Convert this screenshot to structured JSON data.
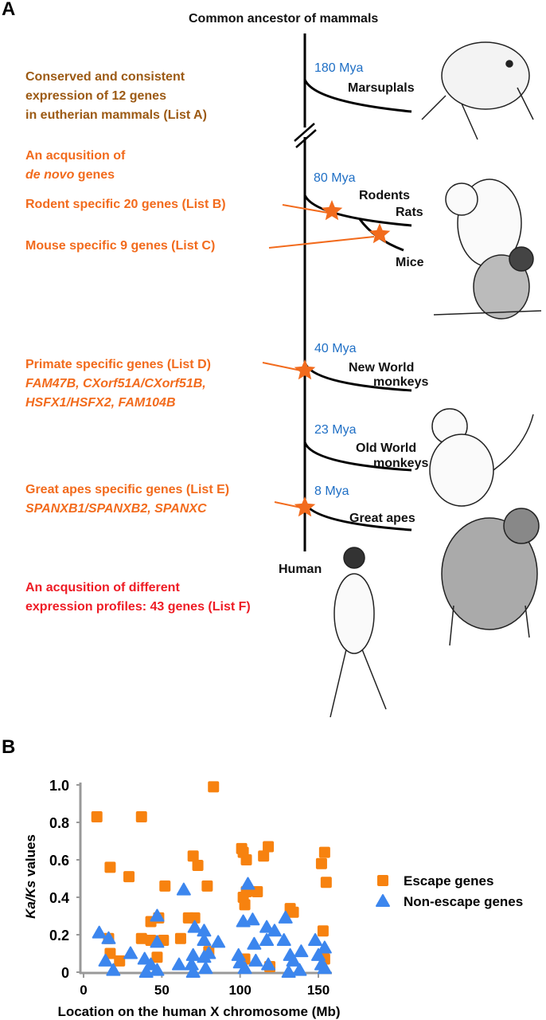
{
  "panel_a": {
    "label": "A",
    "root_label": "Common ancestor of mammals",
    "human_label": "Human",
    "clades": [
      {
        "time": "180 Mya",
        "name": "Marsuplals"
      },
      {
        "time": "80 Mya",
        "name": "Rodents"
      },
      {
        "name": "Rats"
      },
      {
        "name": "Mice"
      },
      {
        "time": "40 Mya",
        "name_line1": "New World",
        "name_line2": "monkeys"
      },
      {
        "time": "23 Mya",
        "name_line1": "Old World",
        "name_line2": "monkeys"
      },
      {
        "time": "8 Mya",
        "name": "Great apes"
      }
    ],
    "list_a": [
      "Conserved and consistent",
      "expression of 12 genes",
      "in eutherian mammals (List A)"
    ],
    "denovo": {
      "line1": "An acqusition of",
      "italic": "de novo",
      "rest": " genes"
    },
    "list_b": "Rodent specific 20 genes (List B)",
    "list_c": "Mouse specific 9 genes (List C)",
    "list_d": {
      "title": "Primate specific genes (List D)",
      "genes1": "FAM47B, CXorf51A/CXorf51B,",
      "genes2": "HSFX1/HSFX2, FAM104B"
    },
    "list_e": {
      "title": "Great apes specific genes (List E)",
      "genes": "SPANXB1/SPANXB2, SPANXC"
    },
    "list_f": [
      "An acqusition of different",
      "expression profiles: 43 genes (List F)"
    ],
    "colors": {
      "brown": "#9C5A14",
      "orange": "#F26B1D",
      "red": "#EE1C25",
      "blue": "#1F6FC5"
    }
  },
  "panel_b": {
    "label": "B"
  },
  "chart_data": {
    "type": "scatter",
    "xlabel": "Location on the human X chromosome (Mb)",
    "ylabel_italic": "Ka/Ks",
    "ylabel_rest": " values",
    "xlim": [
      0,
      160
    ],
    "ylim": [
      0,
      1.0
    ],
    "xticks": [
      0,
      50,
      100,
      150
    ],
    "yticks": [
      0,
      0.2,
      0.4,
      0.6,
      0.8,
      1.0
    ],
    "ytick_labels": [
      "0",
      "0.2",
      "0.4",
      "0.6",
      "0.8",
      "1.0"
    ],
    "grid": false,
    "legend_position": "right",
    "series": [
      {
        "name": "Escape genes",
        "marker": "square",
        "color": "#F7820F",
        "points": [
          [
            8.5,
            0.83
          ],
          [
            16,
            0.18
          ],
          [
            17,
            0.56
          ],
          [
            17,
            0.1
          ],
          [
            23,
            0.06
          ],
          [
            29,
            0.51
          ],
          [
            37,
            0.83
          ],
          [
            37,
            0.18
          ],
          [
            43,
            0.27
          ],
          [
            43,
            0.17
          ],
          [
            48,
            0.29
          ],
          [
            47,
            0.08
          ],
          [
            51,
            0.17
          ],
          [
            52,
            0.46
          ],
          [
            62,
            0.18
          ],
          [
            67,
            0.29
          ],
          [
            70,
            0.62
          ],
          [
            71,
            0.29
          ],
          [
            73,
            0.57
          ],
          [
            79,
            0.46
          ],
          [
            80,
            0.11
          ],
          [
            83,
            0.99
          ],
          [
            101,
            0.66
          ],
          [
            102,
            0.64
          ],
          [
            102,
            0.4
          ],
          [
            103,
            0.36
          ],
          [
            104,
            0.6
          ],
          [
            104,
            0.43
          ],
          [
            103,
            0.07
          ],
          [
            111,
            0.43
          ],
          [
            115,
            0.62
          ],
          [
            118,
            0.67
          ],
          [
            119,
            0.03
          ],
          [
            132,
            0.34
          ],
          [
            134,
            0.32
          ],
          [
            152,
            0.58
          ],
          [
            153,
            0.22
          ],
          [
            154,
            0.64
          ],
          [
            155,
            0.48
          ],
          [
            154,
            0.07
          ]
        ]
      },
      {
        "name": "Non-escape genes",
        "marker": "triangle",
        "color": "#3C86EE",
        "points": [
          [
            10,
            0.21
          ],
          [
            16,
            0.18
          ],
          [
            14,
            0.06
          ],
          [
            19,
            0.01
          ],
          [
            30,
            0.1
          ],
          [
            39,
            0.07
          ],
          [
            40,
            0.0
          ],
          [
            43,
            0.04
          ],
          [
            47,
            0.3
          ],
          [
            47,
            0.16
          ],
          [
            47,
            0.01
          ],
          [
            61,
            0.04
          ],
          [
            64,
            0.44
          ],
          [
            69,
            0.04
          ],
          [
            70,
            0.09
          ],
          [
            70,
            0.0
          ],
          [
            71,
            0.24
          ],
          [
            77,
            0.22
          ],
          [
            77,
            0.17
          ],
          [
            77,
            0.08
          ],
          [
            78,
            0.02
          ],
          [
            80,
            0.1
          ],
          [
            86,
            0.16
          ],
          [
            99,
            0.09
          ],
          [
            100,
            0.05
          ],
          [
            103,
            0.02
          ],
          [
            102,
            0.27
          ],
          [
            105,
            0.47
          ],
          [
            108,
            0.28
          ],
          [
            109,
            0.15
          ],
          [
            110,
            0.06
          ],
          [
            117,
            0.24
          ],
          [
            117,
            0.17
          ],
          [
            118,
            0.04
          ],
          [
            122,
            0.22
          ],
          [
            128,
            0.17
          ],
          [
            129,
            0.29
          ],
          [
            131,
            0.0
          ],
          [
            132,
            0.09
          ],
          [
            134,
            0.06
          ],
          [
            138,
            0.01
          ],
          [
            139,
            0.11
          ],
          [
            148,
            0.17
          ],
          [
            150,
            0.09
          ],
          [
            152,
            0.04
          ],
          [
            154,
            0.13
          ],
          [
            154,
            0.02
          ]
        ]
      }
    ]
  }
}
